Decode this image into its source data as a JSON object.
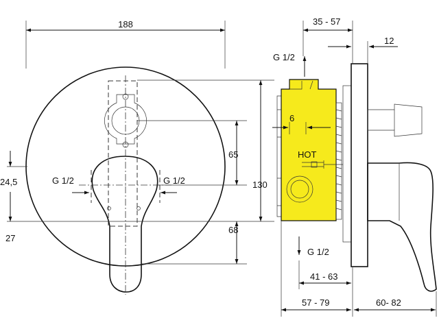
{
  "dimensions": {
    "plate_width": "188",
    "depth_range_top": "35 - 57",
    "rosette_thickness": "12",
    "wall_offset": "6",
    "body_height": "130",
    "upper_offset": "65",
    "lower_offset": "68",
    "left_offset_top": "24,5",
    "left_offset_bottom": "27",
    "depth_inner": "41 - 63",
    "depth_outer": "57 - 79",
    "handle_projection": "60- 82"
  },
  "connections": {
    "outlet_top": "G 1/2",
    "outlet_bottom": "G 1/2",
    "inlet_left": "G 1/2",
    "inlet_right": "G 1/2"
  },
  "labels": {
    "hot": "HOT"
  }
}
